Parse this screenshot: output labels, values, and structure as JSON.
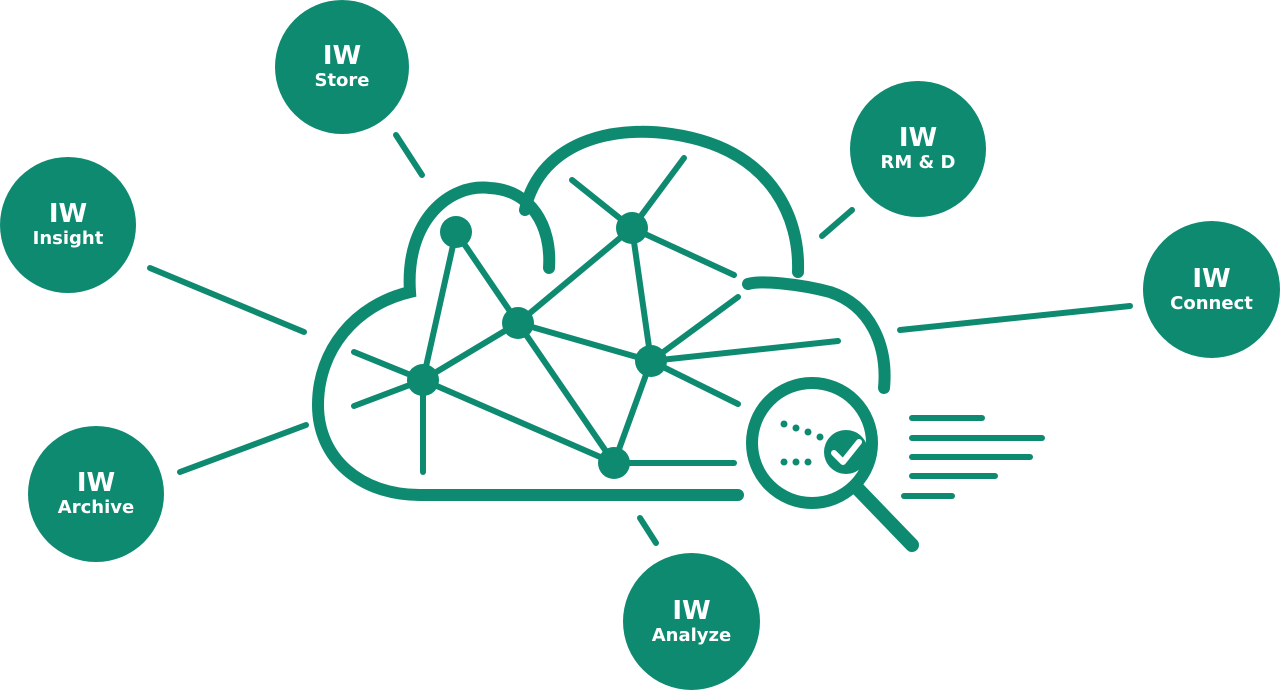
{
  "colors": {
    "primary": "#0e8a70",
    "background": "#ffffff"
  },
  "icons": [
    "cloud-network-icon",
    "magnifier-check-icon"
  ],
  "nodes": {
    "store": {
      "line1": "IW",
      "line2": "Store"
    },
    "insight": {
      "line1": "IW",
      "line2": "Insight"
    },
    "rmd": {
      "line1": "IW",
      "line2": "RM & D"
    },
    "connect": {
      "line1": "IW",
      "line2": "Connect"
    },
    "archive": {
      "line1": "IW",
      "line2": "Archive"
    },
    "analyze": {
      "line1": "IW",
      "line2": "Analyze"
    }
  }
}
